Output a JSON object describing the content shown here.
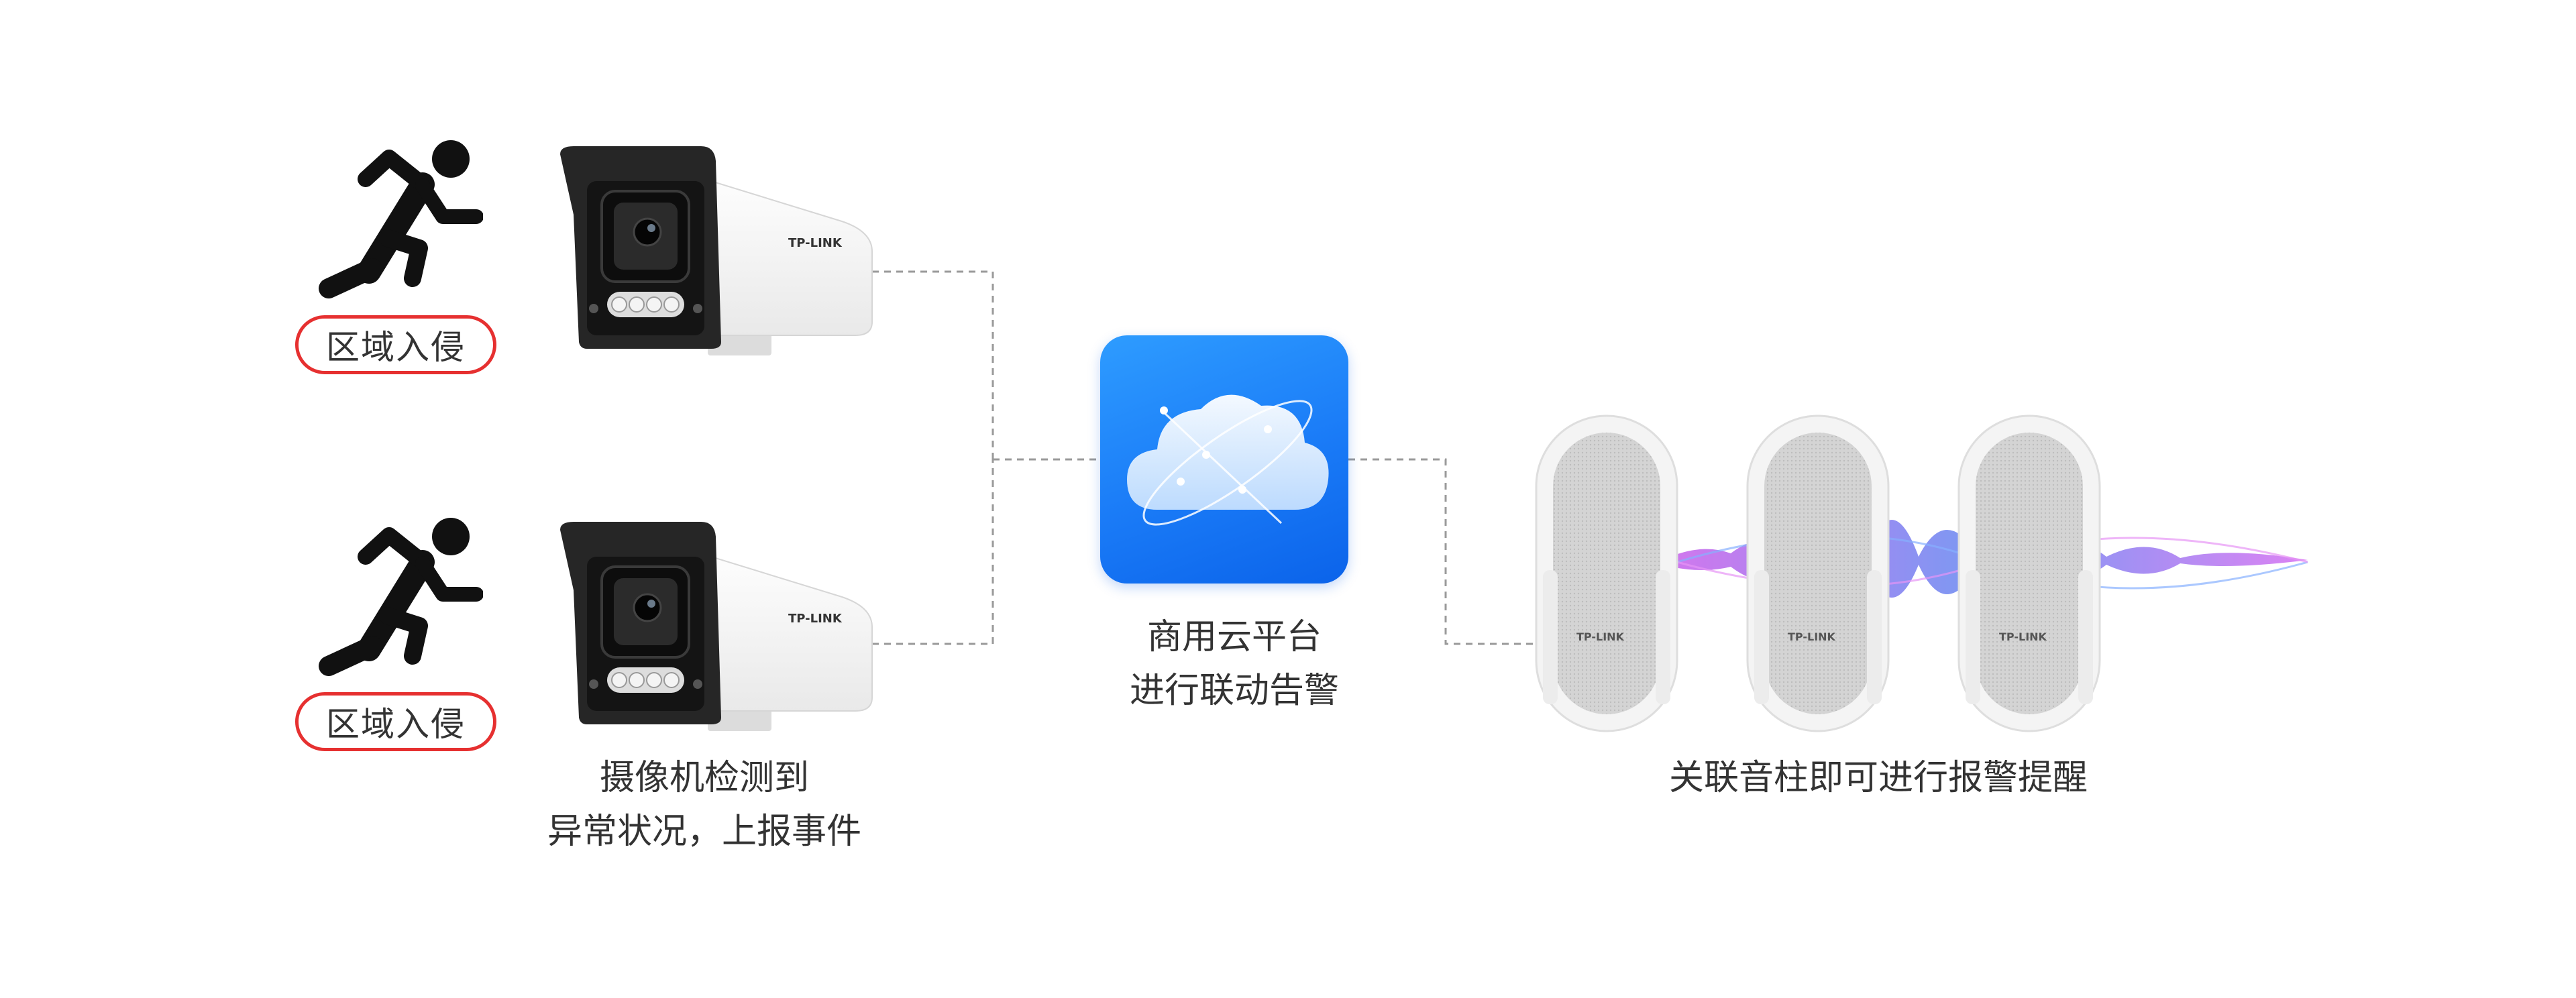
{
  "intrusion": {
    "label_1": "区域入侵",
    "label_2": "区域入侵"
  },
  "camera": {
    "brand_1": "TP-LINK",
    "brand_2": "TP-LINK",
    "caption_line1": "摄像机检测到",
    "caption_line2": "异常状况，上报事件"
  },
  "cloud": {
    "caption_line1": "商用云平台",
    "caption_line2": "进行联动告警"
  },
  "speakers": {
    "brand_1": "TP-LINK",
    "brand_2": "TP-LINK",
    "brand_3": "TP-LINK",
    "caption": "关联音柱即可进行报警提醒"
  },
  "colors": {
    "alert_red": "#e63030",
    "cloud_blue": "#1a7bf7",
    "wave_purple": "#a45be6",
    "wave_blue": "#4f7bf0",
    "text_dark": "#333333"
  }
}
